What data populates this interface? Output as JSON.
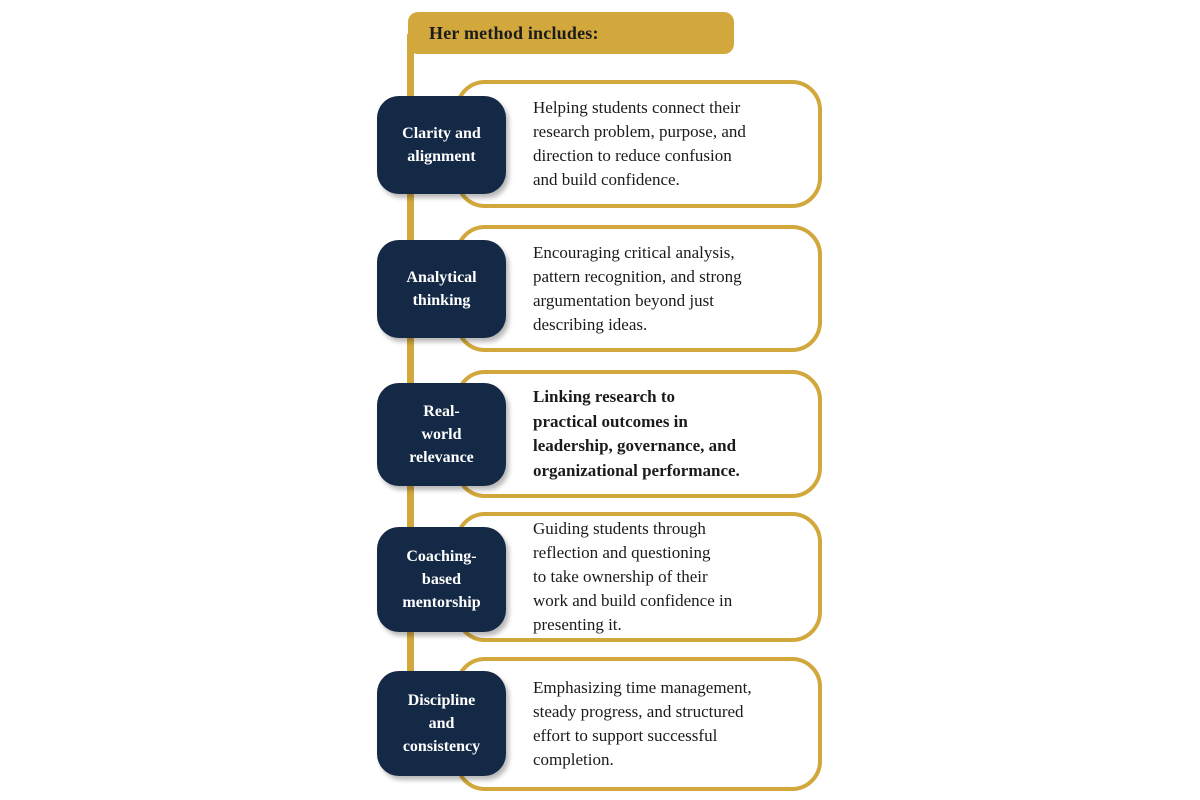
{
  "theme": {
    "gold": "#D2A73C",
    "navy": "#142946",
    "ink": "#1b1b1b"
  },
  "header": {
    "title": "Her method includes:"
  },
  "rows": [
    {
      "label": "Clarity and\nalignment",
      "description": "Helping students connect their\nresearch problem, purpose, and\ndirection to reduce confusion\nand build confidence.",
      "bold": false
    },
    {
      "label": "Analytical\nthinking",
      "description": "Encouraging critical analysis,\npattern recognition, and strong\nargumentation beyond just\ndescribing ideas.",
      "bold": false
    },
    {
      "label": "Real-\nworld\nrelevance",
      "description": "Linking research to\npractical outcomes in\nleadership, governance, and\norganizational performance.",
      "bold": true
    },
    {
      "label": "Coaching-\nbased\nmentorship",
      "description": "Guiding students through\nreflection and questioning\nto take ownership of their\nwork and build confidence in\npresenting it.",
      "bold": false
    },
    {
      "label": "Discipline\nand\nconsistency",
      "description": "Emphasizing time management,\nsteady progress, and structured\neffort to support successful\ncompletion.",
      "bold": false
    }
  ]
}
